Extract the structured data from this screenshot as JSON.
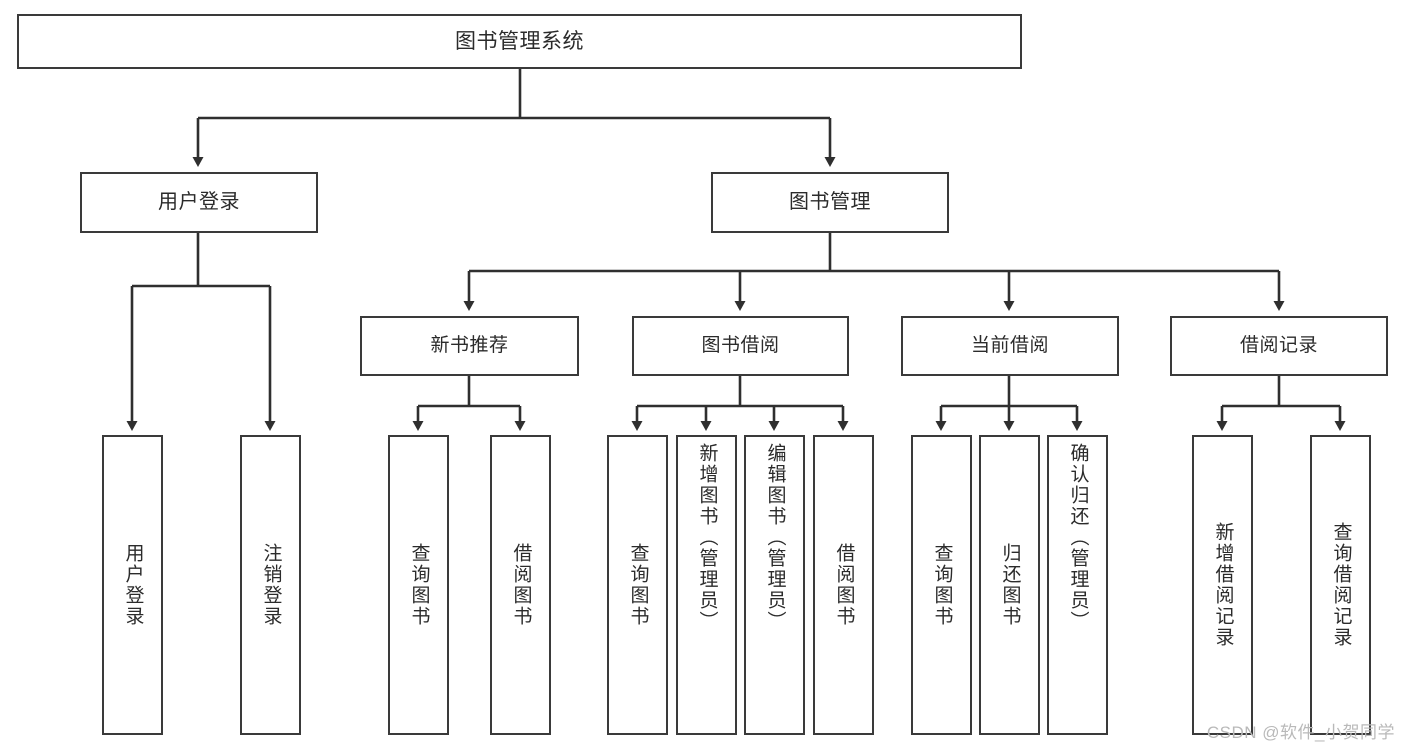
{
  "diagram": {
    "title": "图书管理系统",
    "type": "hierarchy-tree",
    "root": {
      "id": "root",
      "label": "图书管理系统"
    },
    "level2": [
      {
        "id": "user-login",
        "label": "用户登录"
      },
      {
        "id": "book-management",
        "label": "图书管理"
      }
    ],
    "level3": [
      {
        "id": "new-book-recommend",
        "label": "新书推荐",
        "parent": "book-management"
      },
      {
        "id": "book-borrow",
        "label": "图书借阅",
        "parent": "book-management"
      },
      {
        "id": "current-borrow",
        "label": "当前借阅",
        "parent": "book-management"
      },
      {
        "id": "borrow-record",
        "label": "借阅记录",
        "parent": "book-management"
      }
    ],
    "leaves": [
      {
        "id": "leaf-user-login",
        "label": "用户登录",
        "parent": "user-login"
      },
      {
        "id": "leaf-logout-login",
        "label": "注销登录",
        "parent": "user-login"
      },
      {
        "id": "leaf-query-book-1",
        "label": "查询图书",
        "parent": "new-book-recommend"
      },
      {
        "id": "leaf-borrow-book-1",
        "label": "借阅图书",
        "parent": "new-book-recommend"
      },
      {
        "id": "leaf-query-book-2",
        "label": "查询图书",
        "parent": "book-borrow"
      },
      {
        "id": "leaf-add-book",
        "label": "新增图书（管理员）",
        "parent": "book-borrow"
      },
      {
        "id": "leaf-edit-book",
        "label": "编辑图书（管理员）",
        "parent": "book-borrow"
      },
      {
        "id": "leaf-borrow-book-2",
        "label": "借阅图书",
        "parent": "book-borrow"
      },
      {
        "id": "leaf-query-book-3",
        "label": "查询图书",
        "parent": "current-borrow"
      },
      {
        "id": "leaf-return-book",
        "label": "归还图书",
        "parent": "current-borrow"
      },
      {
        "id": "leaf-confirm-return",
        "label": "确认归还（管理员）",
        "parent": "current-borrow"
      },
      {
        "id": "leaf-add-borrow-record",
        "label": "新增借阅记录",
        "parent": "borrow-record"
      },
      {
        "id": "leaf-query-borrow-record",
        "label": "查询借阅记录",
        "parent": "borrow-record"
      }
    ],
    "watermark": "CSDN @软件_小贺同学",
    "colors": {
      "box_border": "#3a3a3a",
      "box_fill": "#ffffff",
      "connector": "#2f2f2f",
      "text": "#2b2b2b",
      "watermark": "#b9b9b9",
      "background": "#ffffff"
    }
  }
}
